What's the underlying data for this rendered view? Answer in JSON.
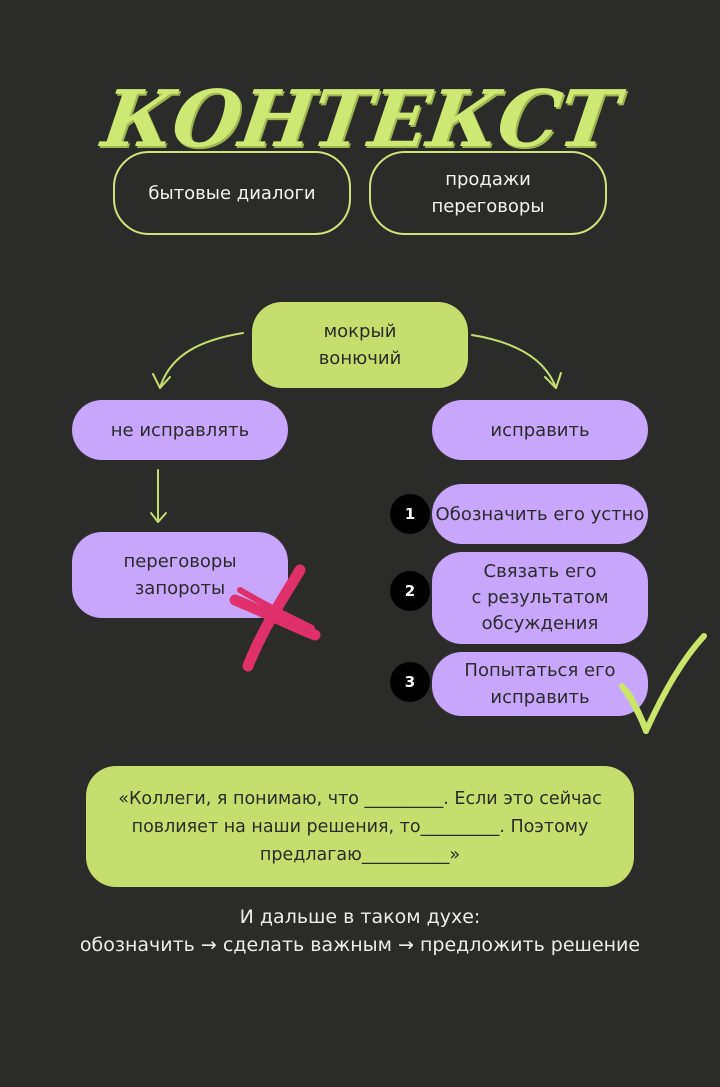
{
  "title": "КОНТЕКСТ",
  "context_boxes": {
    "left": "бытовые диалоги",
    "right_line1": "продажи",
    "right_line2": "переговоры"
  },
  "example": {
    "line1": "мокрый",
    "line2": "вонючий"
  },
  "branches": {
    "left": "не исправлять",
    "right": "исправить"
  },
  "result_bad": {
    "line1": "переговоры",
    "line2": "запороты"
  },
  "steps": [
    {
      "num": "1",
      "lines": [
        "Обозначить его устно"
      ]
    },
    {
      "num": "2",
      "lines": [
        "Связать его",
        "с результатом",
        "обсуждения"
      ]
    },
    {
      "num": "3",
      "lines": [
        "Попытаться его",
        "исправить"
      ]
    }
  ],
  "quote": {
    "line1": "«Коллеги, я понимаю, что _________. Если это сейчас",
    "line2": "повлияет на наши решения, то_________. Поэтому",
    "line3": "предлагаю__________»"
  },
  "footer": {
    "line1": "И дальше в таком духе:",
    "line2": "обозначить → сделать важным → предложить решение"
  },
  "colors": {
    "background": "#2b2c2a",
    "lime": "#c6de6e",
    "violet": "#c7a6fb",
    "cross": "#e0306b",
    "check": "#c9e66a"
  }
}
